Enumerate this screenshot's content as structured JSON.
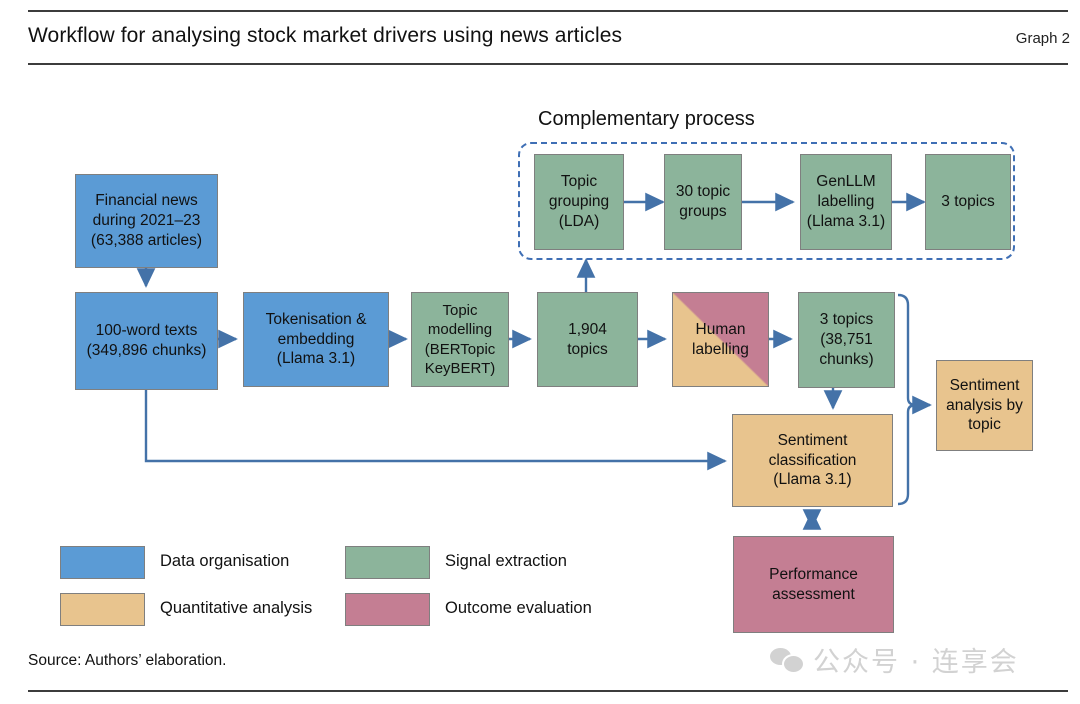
{
  "header": {
    "title": "Workflow for analysing stock market drivers using news articles",
    "graph_label": "Graph 2"
  },
  "complementary": {
    "title": "Complementary process",
    "nodes": [
      {
        "id": "topic-grouping",
        "label": "Topic\ngrouping\n(LDA)",
        "color": "green"
      },
      {
        "id": "topic-groups",
        "label": "30 topic\ngroups",
        "color": "green"
      },
      {
        "id": "genllm-labelling",
        "label": "GenLLM\nlabelling\n(Llama 3.1)",
        "color": "green"
      },
      {
        "id": "three-topics",
        "label": "3 topics",
        "color": "green"
      }
    ]
  },
  "flow": {
    "nodes": [
      {
        "id": "financial-news",
        "label": "Financial news\nduring 2021–23\n(63,388 articles)",
        "color": "blue"
      },
      {
        "id": "hundred-word-texts",
        "label": "100-word texts\n(349,896 chunks)",
        "color": "blue"
      },
      {
        "id": "tokenisation-embedding",
        "label": "Tokenisation &\nembedding\n(Llama 3.1)",
        "color": "blue"
      },
      {
        "id": "topic-modelling",
        "label": "Topic\nmodelling\n(BERTopic\nKeyBERT)",
        "color": "green"
      },
      {
        "id": "topics-1904",
        "label": "1,904\ntopics",
        "color": "green"
      },
      {
        "id": "human-labelling",
        "label": "Human\nlabelling",
        "color": "split"
      },
      {
        "id": "three-topics-chunks",
        "label": "3 topics\n(38,751\nchunks)",
        "color": "green"
      },
      {
        "id": "sentiment-classification",
        "label": "Sentiment\nclassification\n(Llama 3.1)",
        "color": "orange"
      },
      {
        "id": "sentiment-analysis-topic",
        "label": "Sentiment\nanalysis by\ntopic",
        "color": "orange"
      },
      {
        "id": "performance-assessment",
        "label": "Performance\nassessment",
        "color": "pink"
      }
    ]
  },
  "legend": {
    "items": [
      {
        "id": "data-organisation",
        "label": "Data organisation",
        "color": "#5B9BD5"
      },
      {
        "id": "signal-extraction",
        "label": "Signal extraction",
        "color": "#8CB49B"
      },
      {
        "id": "quantitative-analysis",
        "label": "Quantitative analysis",
        "color": "#E8C48E"
      },
      {
        "id": "outcome-evaluation",
        "label": "Outcome evaluation",
        "color": "#C47E93"
      }
    ]
  },
  "footer": {
    "source": "Source: Authors’ elaboration."
  },
  "watermark": {
    "text": "公众号 · 连享会"
  },
  "colors": {
    "blue": "#5B9BD5",
    "green": "#8CB49B",
    "orange": "#E8C48E",
    "pink": "#C47E93",
    "arrow": "#4472A8",
    "dashed_border": "#3F6FB5"
  }
}
